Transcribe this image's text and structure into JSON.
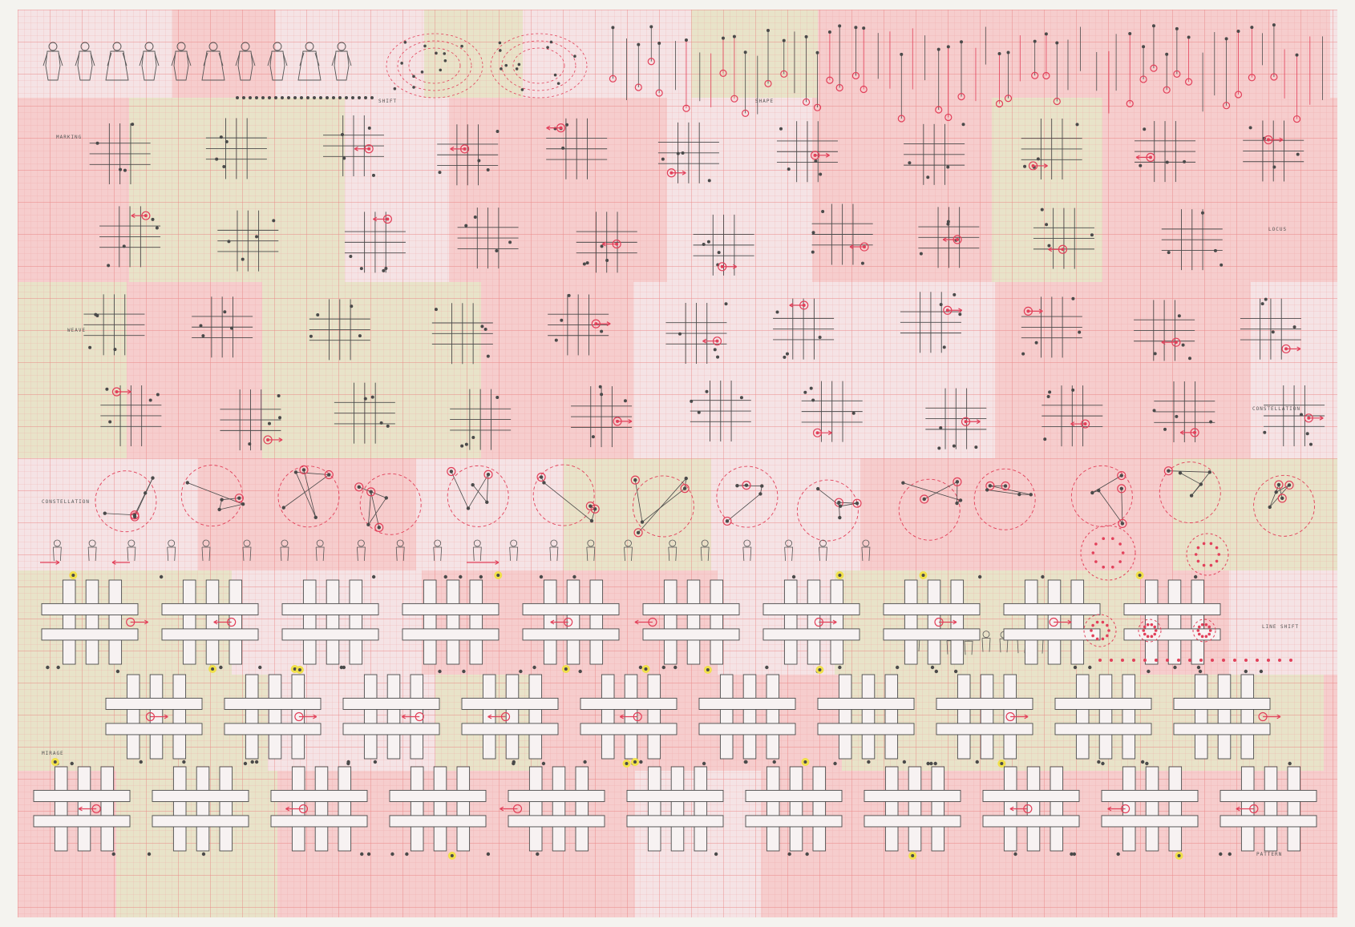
{
  "artwork": {
    "labels": {
      "shift": "SHIFT",
      "shape": "SHAPE",
      "marking": "MARKING",
      "weave": "WEAVE",
      "locus": "LOCUS",
      "constellation_left": "CONSTELLATION",
      "constellation_right": "CONSTELLATION",
      "line_shift": "LINE SHIFT",
      "mirage": "MIRAGE",
      "pattern": "PATTERN"
    },
    "colors": {
      "paper": "#f4f3ef",
      "pink_panel": "#f5cccc",
      "light_panel": "#f4e4e6",
      "khaki_panel": "#e7e4c8",
      "grid_line": "#ef8f8f",
      "ink": "#4a4a4a",
      "red_mark": "#e2405a",
      "yellow_mark": "#f0e04a"
    },
    "figure_icons": [
      "dress-figure-icon",
      "coat-figure-icon",
      "hooded-figure-icon",
      "robe-figure-icon",
      "tunic-figure-icon",
      "gown-figure-icon",
      "cloak-figure-icon",
      "tabard-figure-icon",
      "shift-figure-icon",
      "smock-figure-icon"
    ]
  }
}
